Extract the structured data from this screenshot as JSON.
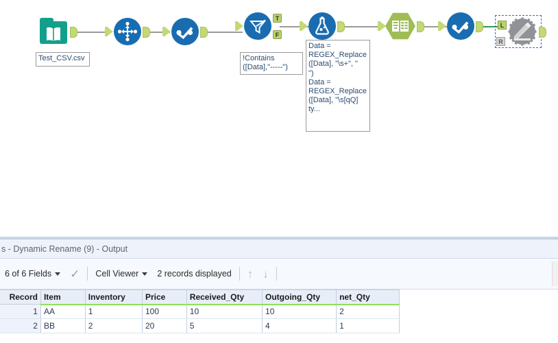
{
  "canvas": {
    "tools": [
      {
        "id": "input-data",
        "name": "Input Data",
        "icon": "green-book-folder-icon",
        "annotation": "Test_CSV.csv"
      },
      {
        "id": "multi-field-formula",
        "name": "Multi-Field Formula",
        "icon": "blue-four-arrows-icon",
        "annotation": ""
      },
      {
        "id": "dynamic-rename-1",
        "name": "Dynamic Rename",
        "icon": "blue-rename-check-icon",
        "annotation": ""
      },
      {
        "id": "filter",
        "name": "Filter",
        "icon": "blue-funnel-icon",
        "annotation": "!Contains\n([Data],\"-----\")",
        "outputs": [
          "T",
          "F"
        ]
      },
      {
        "id": "formula",
        "name": "Formula",
        "icon": "blue-flask-icon",
        "annotation": "Data =\nREGEX_Replace\n([Data], \"\\s+\", \"\n\")\nData =\nREGEX_Replace\n([Data], \"\\s[qQ]\nty..."
      },
      {
        "id": "select",
        "name": "Select",
        "icon": "green-hexagon-table-icon",
        "annotation": ""
      },
      {
        "id": "dynamic-rename-2",
        "name": "Dynamic Rename",
        "icon": "blue-rename-check-icon",
        "annotation": ""
      },
      {
        "id": "dynamic-rename-9",
        "name": "Dynamic Rename (9)",
        "icon": "grey-gear-pencil-icon",
        "annotation": "",
        "selected": true,
        "disabled": true,
        "inputs": [
          "L",
          "R"
        ]
      }
    ],
    "colors": {
      "tool_blue": "#1a6cb0",
      "tool_teal": "#12a08a",
      "tool_green": "#9ebd55",
      "tool_grey": "#8f9296",
      "anchor_green": "#c3d976",
      "wire_grey": "#9a9a9a",
      "wire_selected": "#2e9b53",
      "selection_box": "#1f6fdd",
      "annotation_text": "#2b4a6f"
    }
  },
  "results": {
    "title": "s - Dynamic Rename (9) - Output",
    "toolbar": {
      "fields_label": "6 of 6 Fields",
      "check_icon": "checkmark-icon",
      "view_mode": "Cell Viewer",
      "record_count": "2 records displayed",
      "up_arrow": "↑",
      "down_arrow": "↓"
    },
    "table": {
      "columns": [
        "Record",
        "Item",
        "Inventory",
        "Price",
        "Received_Qty",
        "Outgoing_Qty",
        "net_Qty"
      ],
      "rows": [
        [
          "1",
          "AA",
          "1",
          "100",
          "10",
          "10",
          "2"
        ],
        [
          "2",
          "BB",
          "2",
          "20",
          "5",
          "4",
          "1"
        ]
      ]
    }
  }
}
